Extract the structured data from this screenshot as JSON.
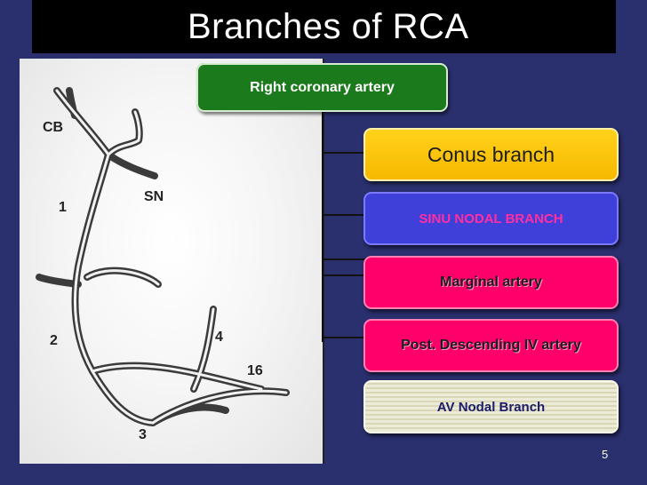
{
  "slide": {
    "title": "Branches of RCA",
    "page_number": "5"
  },
  "root": {
    "label": "Right coronary artery"
  },
  "branches": [
    {
      "label": "Conus branch"
    },
    {
      "label": "SINU NODAL BRANCH"
    },
    {
      "label": "Marginal artery"
    },
    {
      "label": "Post. Descending IV artery"
    },
    {
      "label": "AV Nodal Branch"
    }
  ],
  "diagram": {
    "labels": {
      "cb": "CB",
      "sn": "SN",
      "n1": "1",
      "n2": "2",
      "n3": "3",
      "n4": "4",
      "n16": "16"
    }
  },
  "colors": {
    "background": "#2a2f6e",
    "title_bar": "#000000",
    "root_box": "#1b7a1c",
    "conus": "#f7b800",
    "sinu_nodal": "#3f3fd9",
    "marginal": "#ff006a",
    "post_descending": "#ff006a",
    "av_nodal": "#ecebd8"
  }
}
